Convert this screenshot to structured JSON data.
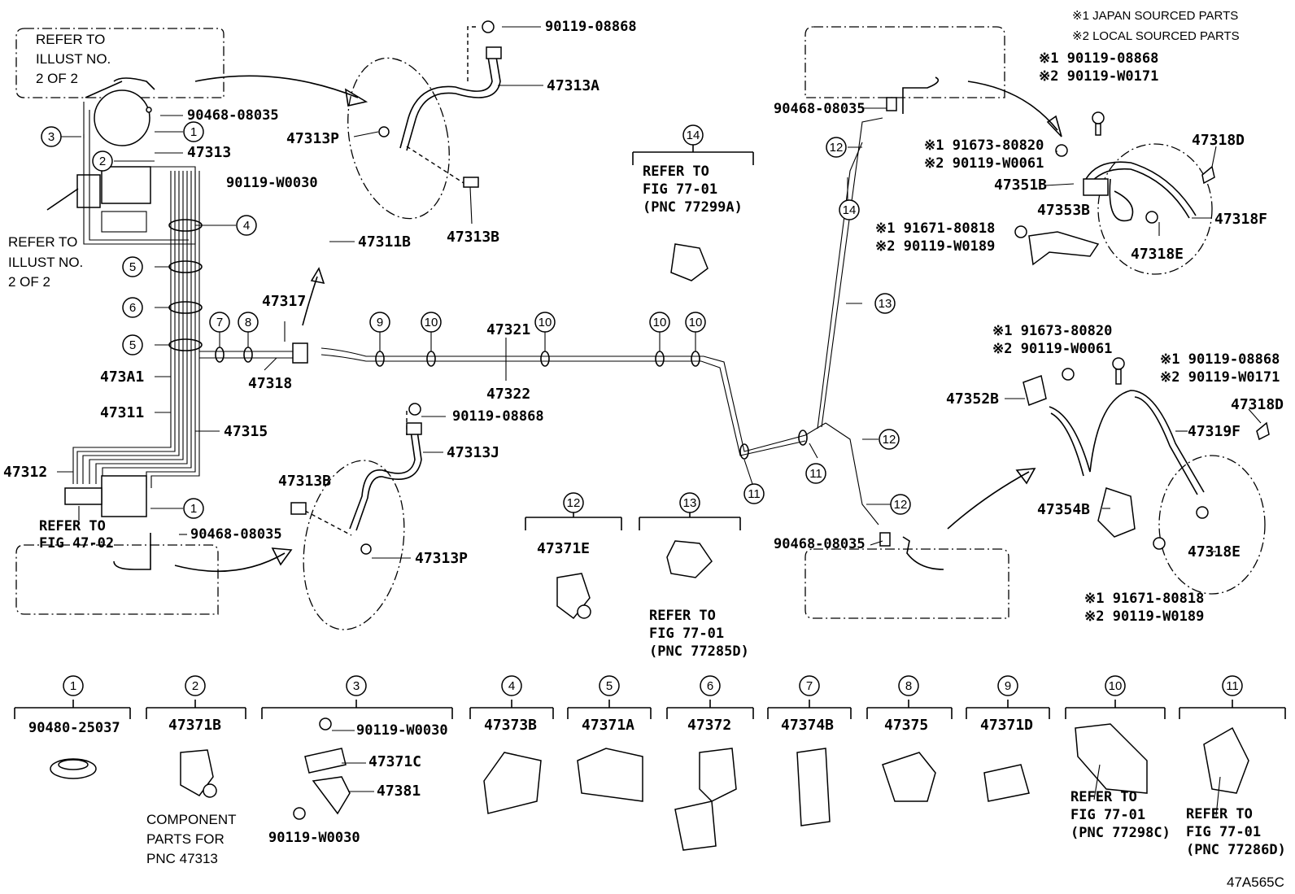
{
  "legend": {
    "note1": "※1 JAPAN SOURCED PARTS",
    "note2": "※2 LOCAL SOURCED PARTS"
  },
  "refs": {
    "illust_top": [
      "REFER TO",
      "ILLUST NO.",
      "2 OF 2"
    ],
    "illust_left": [
      "REFER TO",
      "ILLUST NO.",
      "2 OF 2"
    ],
    "fig4702": [
      "REFER TO",
      "FIG 47-02"
    ],
    "ref14": [
      "REFER TO",
      "FIG 77-01",
      "(PNC 77299A)"
    ],
    "ref13": [
      "REFER TO",
      "FIG 77-01",
      "(PNC 77285D)"
    ],
    "ref10": [
      "REFER TO",
      "FIG 77-01",
      "(PNC 77298C)"
    ],
    "ref11": [
      "REFER TO",
      "FIG 77-01",
      "(PNC 77286D)"
    ],
    "component": [
      "COMPONENT",
      "PARTS FOR",
      "PNC 47313"
    ]
  },
  "labels": {
    "p90119_08868_top": "90119-08868",
    "p47313A": "47313A",
    "p90468_08035_a": "90468-08035",
    "p47313": "47313",
    "p47313P_top": "47313P",
    "p47313B_top": "47313B",
    "p90119_W0030": "90119-W0030",
    "p47311B": "47311B",
    "p47317": "47317",
    "p47318": "47318",
    "p47321": "47321",
    "p47322": "47322",
    "p473A1": "473A1",
    "p47311": "47311",
    "p47315": "47315",
    "p47312": "47312",
    "p90119_08868_mid": "90119-08868",
    "p47313J": "47313J",
    "p47313B_bot": "47313B",
    "p90468_08035_b": "90468-08035",
    "p47313P_bot": "47313P",
    "p90468_08035_c": "90468-08035",
    "p90468_08035_d": "90468-08035",
    "p47371E": "47371E",
    "j1_90119_08868": "※1 90119-08868",
    "j2_90119_W0171": "※2 90119-W0171",
    "j1_91673_80820": "※1 91673-80820",
    "j2_90119_W0061": "※2 90119-W0061",
    "p47351B": "47351B",
    "p47353B": "47353B",
    "j1_91671_80818": "※1 91671-80818",
    "j2_90119_W0189": "※2 90119-W0189",
    "p47318D_top": "47318D",
    "p47318F": "47318F",
    "p47318E_top": "47318E",
    "k1_91673_80820": "※1 91673-80820",
    "k2_90119_W0061": "※2 90119-W0061",
    "k1_90119_08868": "※1 90119-08868",
    "k2_90119_W0171": "※2 90119-W0171",
    "p47352B": "47352B",
    "p47318D_bot": "47318D",
    "p47319F": "47319F",
    "p47354B": "47354B",
    "p47318E_bot": "47318E",
    "k1_91671_80818": "※1 91671-80818",
    "k2_90119_W0189": "※2 90119-W0189",
    "code": "47A565C"
  },
  "callouts": [
    "1",
    "2",
    "3",
    "4",
    "5",
    "6",
    "7",
    "8",
    "9",
    "10",
    "11",
    "12",
    "13",
    "14"
  ],
  "legend_parts": {
    "c1": "90480-25037",
    "c2": "47371B",
    "c3_bolt": "90119-W0030",
    "c3_clamp": "47371C",
    "c3_bracket": "47381",
    "c3_bolt2": "90119-W0030",
    "c4": "47373B",
    "c5": "47371A",
    "c6": "47372",
    "c7": "47374B",
    "c8": "47375",
    "c9": "47371D"
  }
}
